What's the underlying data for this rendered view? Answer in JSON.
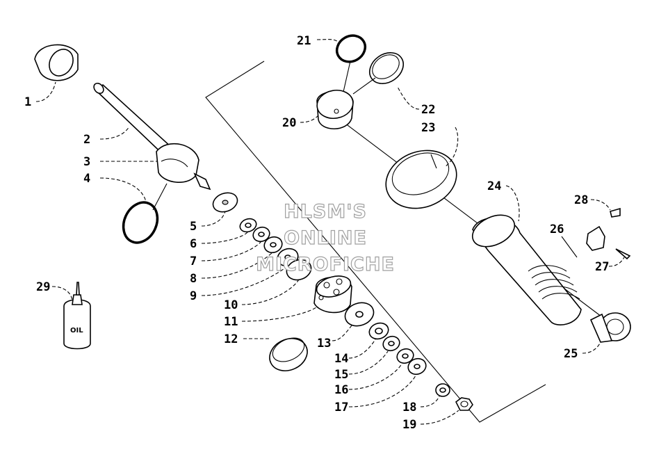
{
  "watermark": {
    "line1": "HLSM'S",
    "line2": "ONLINE",
    "line3": "MICROFICHE"
  },
  "oil_label": "OIL",
  "callouts": [
    "1",
    "2",
    "3",
    "4",
    "5",
    "6",
    "7",
    "8",
    "9",
    "10",
    "11",
    "12",
    "13",
    "14",
    "15",
    "16",
    "17",
    "18",
    "19",
    "20",
    "21",
    "22",
    "23",
    "24",
    "25",
    "26",
    "27",
    "28",
    "29"
  ]
}
